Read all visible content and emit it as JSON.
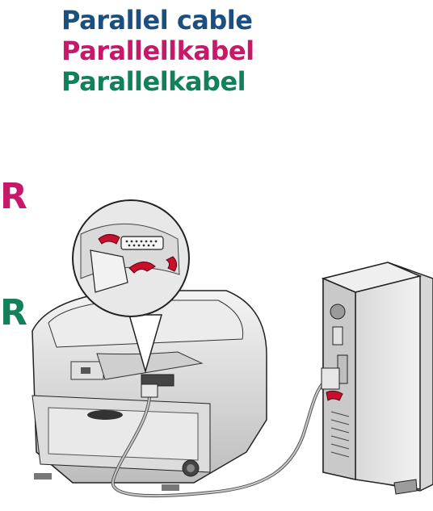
{
  "headings": {
    "english": "Parallel cable",
    "german": "Parallellkabel",
    "dutch": "Parallelkabel"
  },
  "side_glyphs": {
    "pink": "R",
    "green": "R"
  },
  "colors": {
    "english": "#1b4f80",
    "german": "#c8186a",
    "dutch": "#13805c",
    "arrow": "#c8102e"
  },
  "illustration": {
    "items": [
      "printer",
      "zoom-detail-parallel-port",
      "computer-tower",
      "parallel-cable"
    ]
  }
}
